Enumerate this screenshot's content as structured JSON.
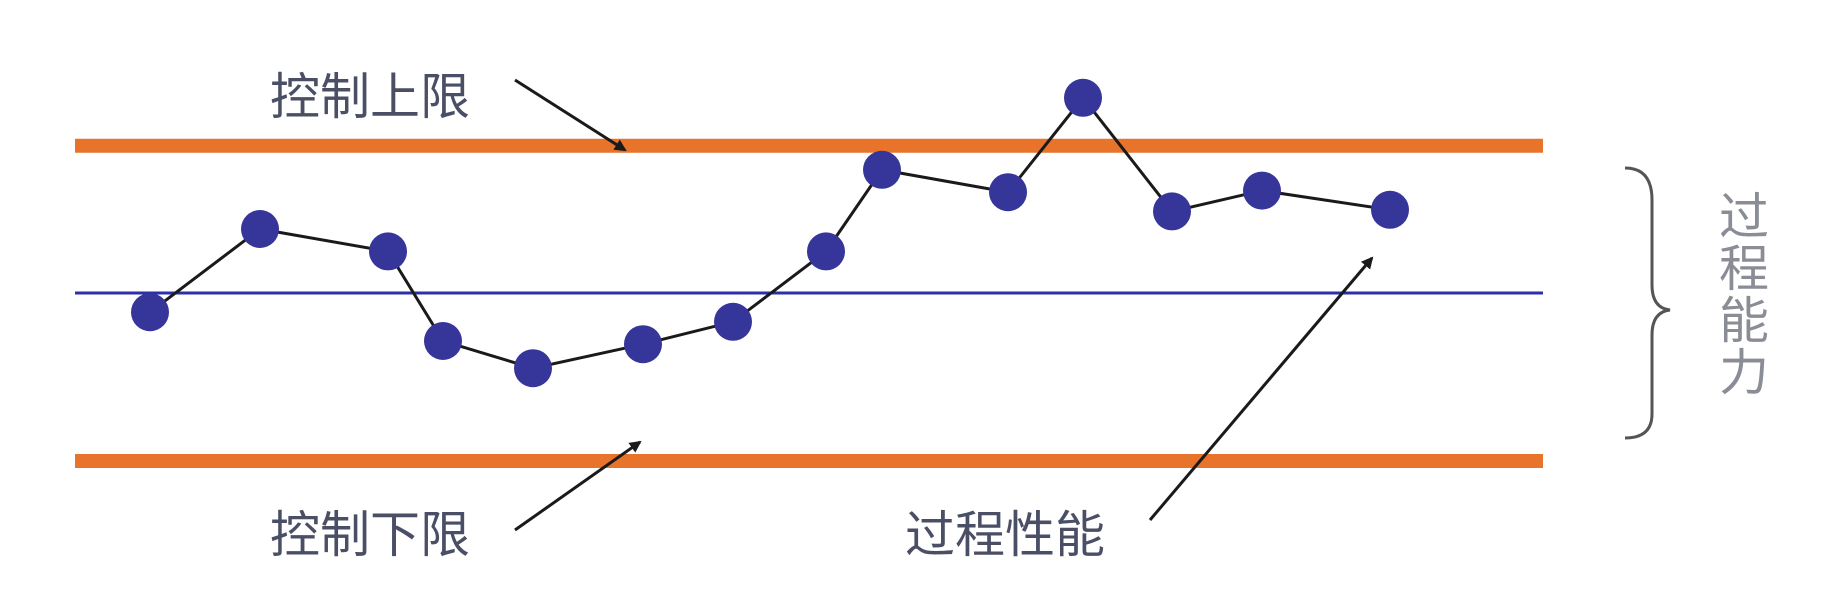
{
  "labels": {
    "upper_limit": "控制上限",
    "lower_limit": "控制下限",
    "performance": "过程性能",
    "capability": "过程能力"
  },
  "colors": {
    "limit_line": "#e8732a",
    "center_line": "#2c2fa8",
    "point": "#35359a",
    "connector": "#1a1a1a",
    "label_text": "#4a4f66",
    "side_label_text": "#8a8d96"
  },
  "chart_data": {
    "type": "line",
    "values": [
      -0.12,
      0.4,
      0.26,
      -0.3,
      -0.47,
      -0.32,
      -0.18,
      0.26,
      0.77,
      0.63,
      1.22,
      0.51,
      0.64,
      0.52
    ],
    "center_line": 0,
    "upper_control_limit": 0.92,
    "lower_control_limit": -1.05,
    "markers": "filled circles"
  }
}
